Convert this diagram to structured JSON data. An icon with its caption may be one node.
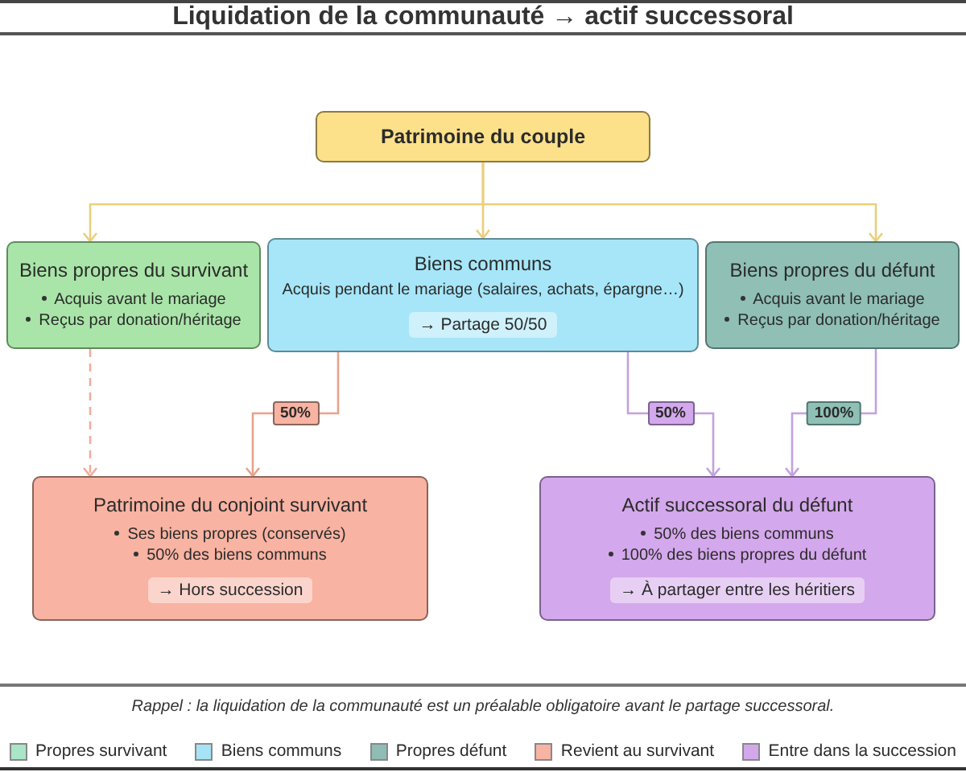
{
  "diagram": {
    "title": "Liquidation de la communauté → actif successoral",
    "caption": "Rappel : la liquidation de la communauté est un préalable obligatoire avant le partage successoral.",
    "nodes": [
      {
        "text": [
          "Patrimoine du couple"
        ]
      },
      {
        "text": [
          "Biens propres du survivant",
          "Acquis avant le mariage",
          "Reçus par donation/héritage"
        ]
      },
      {
        "text": [
          "Biens communs",
          "Acquis pendant le mariage (salaires, achats, épargne…)",
          "→ Partage 50/50"
        ]
      },
      {
        "text": [
          "Biens propres du défunt",
          "Acquis avant le mariage",
          "Reçus par donation/héritage"
        ]
      },
      {
        "text": [
          "Patrimoine du conjoint survivant",
          "Ses biens propres (conservés)",
          "50% des biens communs",
          "→ Hors succession"
        ]
      },
      {
        "text": [
          "Actif successoral du défunt",
          "50% des biens communs",
          "100% des biens propres du défunt",
          "→ À partager entre les héritiers"
        ]
      }
    ],
    "edges": [
      {
        "from": 0,
        "to": 1,
        "arrow": "to",
        "color": "#e9cf7c"
      },
      {
        "from": 0,
        "to": 2,
        "arrow": "to",
        "color": "#e9cf7c"
      },
      {
        "from": 0,
        "to": 3,
        "arrow": "to",
        "color": "#e9cf7c"
      },
      {
        "from": 1,
        "to": 4,
        "arrow": "to",
        "style": "dashed",
        "color": "#f0ad9c"
      },
      {
        "from": 2,
        "to": 4,
        "arrow": "to",
        "label": "50%",
        "color": "#e8a28c"
      },
      {
        "from": 2,
        "to": 5,
        "arrow": "to",
        "label": "50%",
        "color": "#c3a0e0"
      },
      {
        "from": 3,
        "to": 5,
        "arrow": "to",
        "label": "100%",
        "color": "#c3a0e0"
      }
    ],
    "legend": [
      {
        "text": "Propres survivant",
        "color": "#a9e5c6"
      },
      {
        "text": "Biens communs",
        "color": "#a6e3f4"
      },
      {
        "text": "Propres défunt",
        "color": "#8fbcb4"
      },
      {
        "text": "Revient au survivant",
        "color": "#f7b3a3"
      },
      {
        "text": "Entre dans la succession",
        "color": "#d3a8ea"
      }
    ]
  }
}
